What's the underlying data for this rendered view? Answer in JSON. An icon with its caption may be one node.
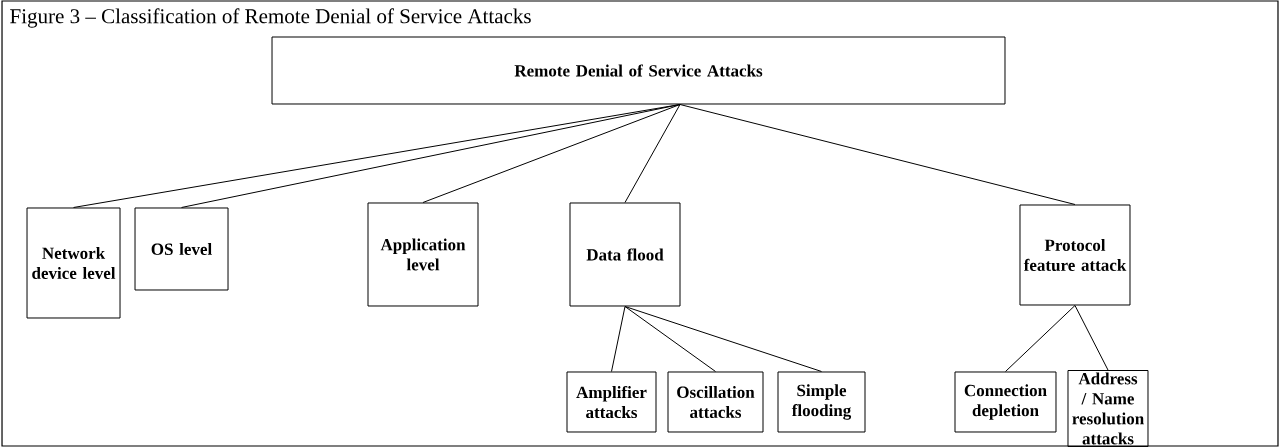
{
  "diagram": {
    "title": "Figure 3 – Classification of Remote Denial of Service Attacks",
    "nodes": [
      {
        "text": [
          "Remote Denial of Service Attacks"
        ]
      },
      {
        "text": [
          "Network device level"
        ]
      },
      {
        "text": [
          "OS level"
        ]
      },
      {
        "text": [
          "Application level"
        ]
      },
      {
        "text": [
          "Data flood"
        ]
      },
      {
        "text": [
          "Protocol feature attack"
        ]
      },
      {
        "text": [
          "Amplifier attacks"
        ]
      },
      {
        "text": [
          "Oscillation attacks"
        ]
      },
      {
        "text": [
          "Simple flooding"
        ]
      },
      {
        "text": [
          "Connection depletion"
        ]
      },
      {
        "text": [
          "Address / Name resolution attacks"
        ]
      }
    ],
    "edges": [
      {
        "from": 0,
        "to": 1,
        "arrow": "none"
      },
      {
        "from": 0,
        "to": 2,
        "arrow": "none"
      },
      {
        "from": 0,
        "to": 3,
        "arrow": "none"
      },
      {
        "from": 0,
        "to": 4,
        "arrow": "none"
      },
      {
        "from": 0,
        "to": 5,
        "arrow": "none"
      },
      {
        "from": 4,
        "to": 6,
        "arrow": "none"
      },
      {
        "from": 4,
        "to": 7,
        "arrow": "none"
      },
      {
        "from": 4,
        "to": 8,
        "arrow": "none"
      },
      {
        "from": 5,
        "to": 9,
        "arrow": "none"
      },
      {
        "from": 5,
        "to": 10,
        "arrow": "none"
      }
    ]
  }
}
